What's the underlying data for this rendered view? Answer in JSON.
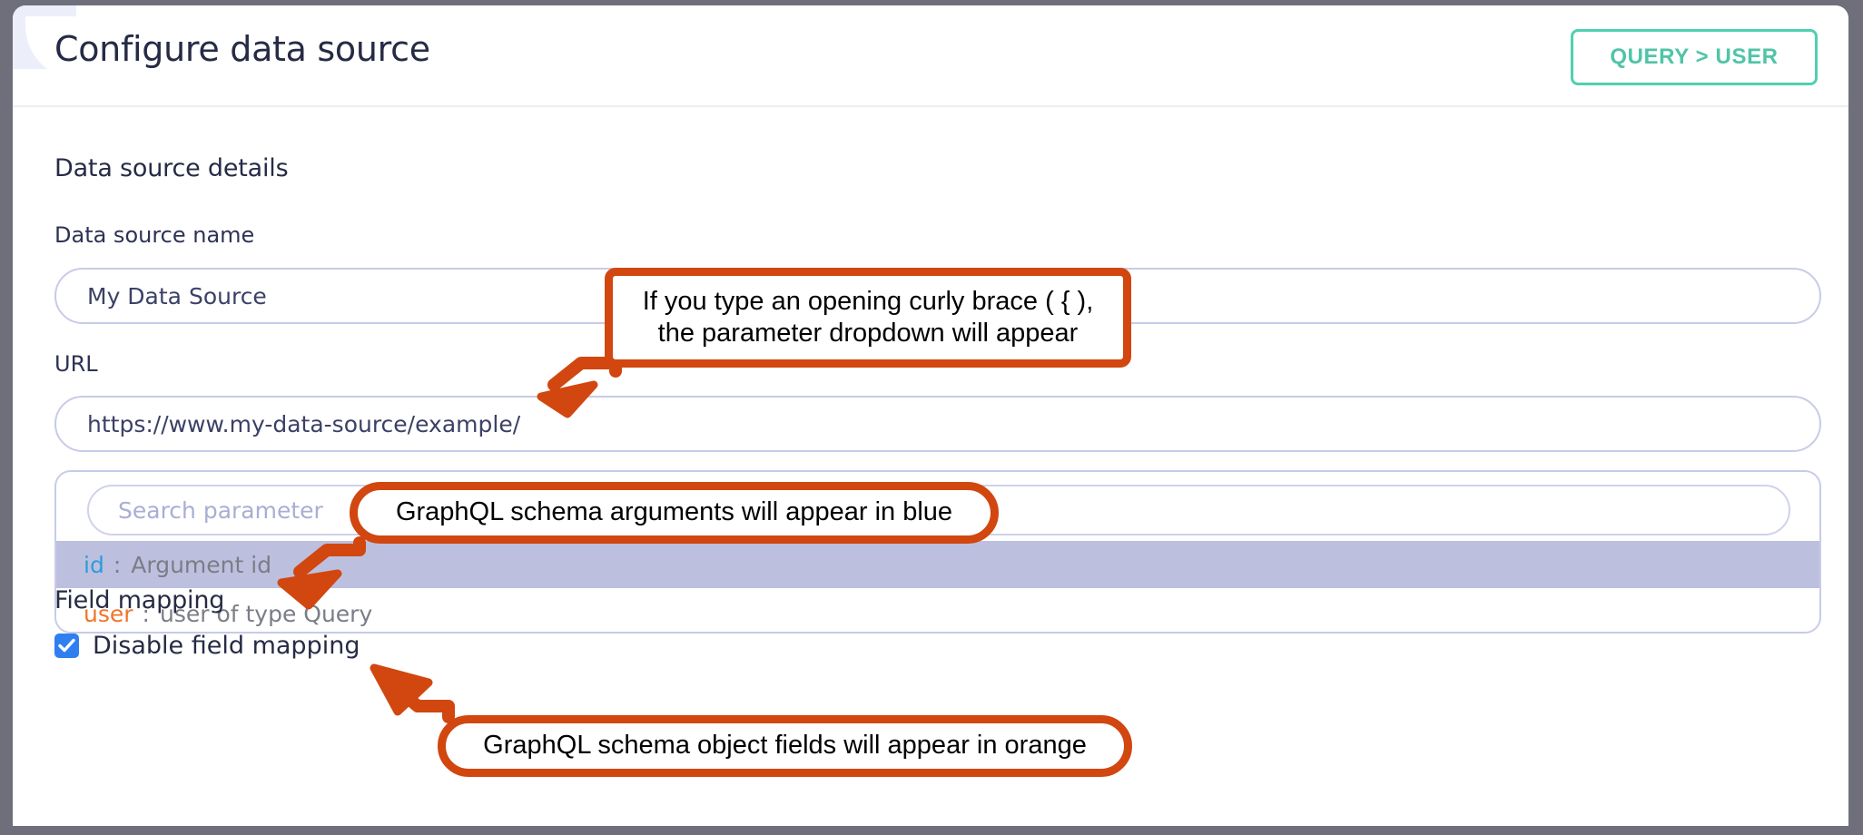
{
  "window": {
    "frame_color": "#6f6f7c",
    "card_background": "#ffffff"
  },
  "header": {
    "title": "Configure data source",
    "action_button": {
      "label": "QUERY > USER",
      "color": "#4fc4a8",
      "border_color": "#4fd0b0"
    }
  },
  "sections": {
    "data_source_details": {
      "heading": "Data source details",
      "fields": [
        {
          "label": "Data source name",
          "value": "My Data Source",
          "name": "data-source-name"
        },
        {
          "label": "URL",
          "value": "https://www.my-data-source/example/",
          "name": "url"
        }
      ]
    },
    "parameter_dropdown": {
      "search_placeholder": "Search parameter",
      "highlight_color": "#bcc0de",
      "options": [
        {
          "key": "id",
          "separator": ":",
          "description": "Argument id",
          "key_color": "#2f9bd9",
          "kind": "argument",
          "highlighted": true
        },
        {
          "key": "user",
          "separator": ":",
          "description": "user of type Query",
          "key_color": "#f1742a",
          "kind": "object-field",
          "highlighted": false
        }
      ]
    },
    "field_mapping": {
      "heading": "Field mapping",
      "checkbox": {
        "label": "Disable field mapping",
        "checked": true,
        "color": "#2f7ff0"
      }
    }
  },
  "annotations": {
    "accent_color": "#d1470f",
    "callouts": [
      {
        "id": "callout-1",
        "line1": "If you type an opening curly brace ( { ),",
        "line2": "the parameter dropdown will appear",
        "points_to": "url-input"
      },
      {
        "id": "callout-2",
        "text": "GraphQL schema arguments will appear in blue",
        "points_to": "param-option-id"
      },
      {
        "id": "callout-3",
        "text": "GraphQL schema object fields will appear in orange",
        "points_to": "param-option-user"
      }
    ]
  }
}
